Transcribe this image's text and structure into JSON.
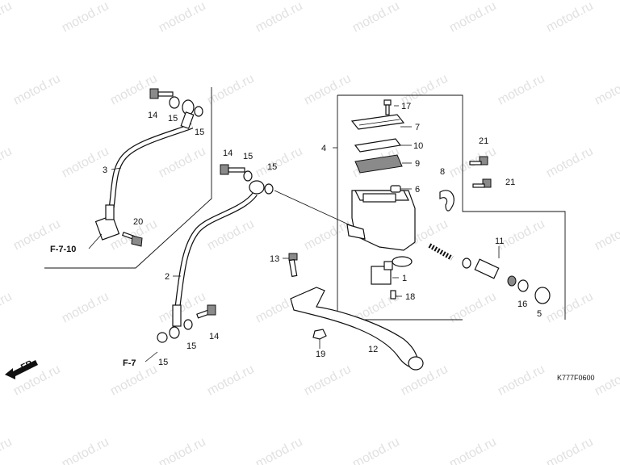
{
  "watermark": "motod.ru",
  "diagram_code": "K777F0600",
  "direction_label": "FR.",
  "refs": {
    "f710": "F-7-10",
    "f7": "F-7"
  },
  "callouts": [
    {
      "id": "c14a",
      "text": "14"
    },
    {
      "id": "c15a",
      "text": "15"
    },
    {
      "id": "c15b",
      "text": "15"
    },
    {
      "id": "c3",
      "text": "3"
    },
    {
      "id": "c20",
      "text": "20"
    },
    {
      "id": "c14b",
      "text": "14"
    },
    {
      "id": "c15c",
      "text": "15"
    },
    {
      "id": "c15d",
      "text": "15"
    },
    {
      "id": "c2",
      "text": "2"
    },
    {
      "id": "c14c",
      "text": "14"
    },
    {
      "id": "c15e",
      "text": "15"
    },
    {
      "id": "c15f",
      "text": "15"
    },
    {
      "id": "c13",
      "text": "13"
    },
    {
      "id": "c19",
      "text": "19"
    },
    {
      "id": "c12",
      "text": "12"
    },
    {
      "id": "c4",
      "text": "4"
    },
    {
      "id": "c17",
      "text": "17"
    },
    {
      "id": "c7",
      "text": "7"
    },
    {
      "id": "c10",
      "text": "10"
    },
    {
      "id": "c9",
      "text": "9"
    },
    {
      "id": "c6",
      "text": "6"
    },
    {
      "id": "c1",
      "text": "1"
    },
    {
      "id": "c18",
      "text": "18"
    },
    {
      "id": "c8",
      "text": "8"
    },
    {
      "id": "c21a",
      "text": "21"
    },
    {
      "id": "c21b",
      "text": "21"
    },
    {
      "id": "c11",
      "text": "11"
    },
    {
      "id": "c16",
      "text": "16"
    },
    {
      "id": "c5",
      "text": "5"
    }
  ]
}
